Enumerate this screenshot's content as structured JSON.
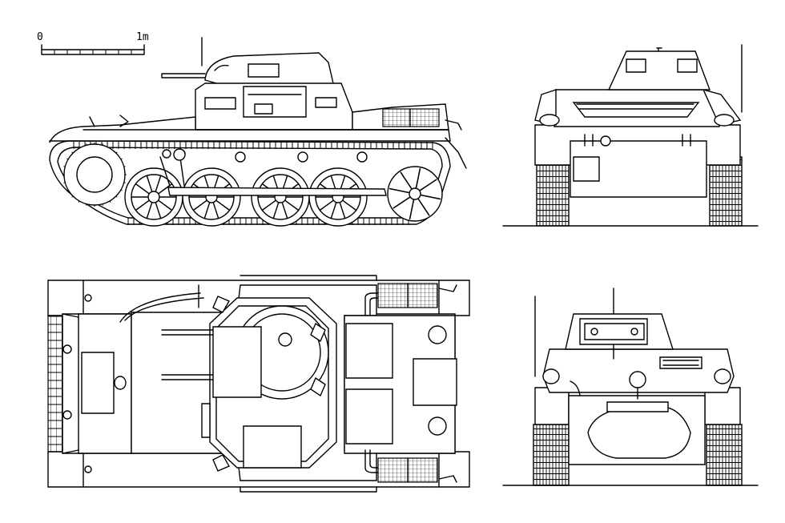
{
  "scale_bar": {
    "start_label": "0",
    "end_label": "1m"
  },
  "views": [
    {
      "id": "side-view"
    },
    {
      "id": "rear-view"
    },
    {
      "id": "top-view"
    },
    {
      "id": "front-view"
    }
  ],
  "colors": {
    "line": "#000000",
    "background": "#ffffff"
  }
}
